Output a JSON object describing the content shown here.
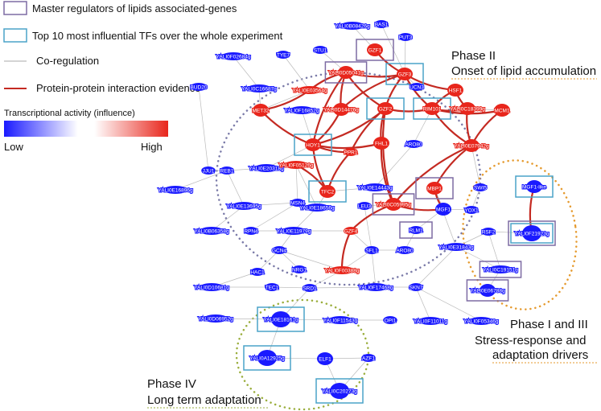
{
  "legend": {
    "master_regulators": "Master regulators of lipids associated-genes",
    "top_tfs": "Top 10 most influential TFs over the whole experiment",
    "coregulation": "Co-regulation",
    "ppi": "Protein-protein interaction evidence",
    "colorbar_title": "Transcriptional activity (influence)",
    "low": "Low",
    "high": "High"
  },
  "colors": {
    "low": "#1a1aff",
    "high": "#e8261c",
    "master": "#7d6ba3",
    "top": "#4aa3c8",
    "coreg": "#bbbbbb",
    "ppi": "#c42a22"
  },
  "phases": {
    "p2_line1": "Phase II",
    "p2_line2": "Onset of lipid accumulation",
    "p13_line1": "Phase I and III",
    "p13_line2": "Stress-response and",
    "p13_line3": "adaptation drivers",
    "p4_line1": "Phase IV",
    "p4_line2": "Long term adaptation"
  },
  "nodes": [
    {
      "id": "n_bas1",
      "label": "BAS1",
      "act": "low",
      "size": "s"
    },
    {
      "id": "n_b08426",
      "label": "YALI0B08426g",
      "act": "low",
      "size": "s"
    },
    {
      "id": "n_put3",
      "label": "PUT3",
      "act": "low",
      "size": "s"
    },
    {
      "id": "n_gzf1",
      "label": "GZF1",
      "act": "high",
      "size": "m",
      "box": "master"
    },
    {
      "id": "n_stu1",
      "label": "STU1",
      "act": "low",
      "size": "s"
    },
    {
      "id": "n_tye7",
      "label": "TYE7",
      "act": "low",
      "size": "s"
    },
    {
      "id": "n_f02684",
      "label": "YALI0F02684g",
      "act": "low",
      "size": "s"
    },
    {
      "id": "n_d05041",
      "label": "YALI0D05041g",
      "act": "high",
      "size": "m",
      "box": "master"
    },
    {
      "id": "n_gzf3",
      "label": "GZF3",
      "act": "high",
      "size": "m",
      "box": "top"
    },
    {
      "id": "n_ucn3",
      "label": "UCN3",
      "act": "low",
      "size": "s"
    },
    {
      "id": "n_hsf1",
      "label": "HSF1",
      "act": "high",
      "size": "m"
    },
    {
      "id": "n_bud20",
      "label": "BUD20",
      "act": "low",
      "size": "s"
    },
    {
      "id": "n_c16687",
      "label": "YALI0C16687g",
      "act": "low",
      "size": "s"
    },
    {
      "id": "n_e03564",
      "label": "YALI0E03564g",
      "act": "high",
      "size": "s"
    },
    {
      "id": "n_met32",
      "label": "MET32",
      "act": "high",
      "size": "m"
    },
    {
      "id": "n_f16852",
      "label": "YALI0F16852g",
      "act": "low",
      "size": "s"
    },
    {
      "id": "n_d14476",
      "label": "YALI0D14476g",
      "act": "high",
      "size": "m"
    },
    {
      "id": "n_gzf2",
      "label": "GZF2",
      "act": "high",
      "size": "m",
      "box": "top"
    },
    {
      "id": "n_rim101",
      "label": "RIM101",
      "act": "high",
      "size": "m",
      "box": "top"
    },
    {
      "id": "n_c18399",
      "label": "YALI0C18399g",
      "act": "high",
      "size": "m"
    },
    {
      "id": "n_mcm1",
      "label": "MCM1",
      "act": "high",
      "size": "m"
    },
    {
      "id": "n_hoy1",
      "label": "HOY1",
      "act": "high",
      "size": "m",
      "box": "top"
    },
    {
      "id": "n_fhl1",
      "label": "FHL1",
      "act": "high",
      "size": "m"
    },
    {
      "id": "n_ppr1",
      "label": "PPR1",
      "act": "high",
      "size": "s"
    },
    {
      "id": "n_e07942",
      "label": "YALI0E07942g",
      "act": "high",
      "size": "m"
    },
    {
      "id": "n_aro80b",
      "label": "ARO80",
      "act": "low",
      "size": "s"
    },
    {
      "id": "n_jju1",
      "label": "JJU1",
      "act": "low",
      "size": "s"
    },
    {
      "id": "n_reb1",
      "label": "REB1",
      "act": "low",
      "size": "s"
    },
    {
      "id": "n_e20318",
      "label": "YALI0E20318g",
      "act": "low",
      "size": "s"
    },
    {
      "id": "n_f05126",
      "label": "YALI0F05126g",
      "act": "high",
      "size": "s"
    },
    {
      "id": "n_tfc2",
      "label": "TFC2",
      "act": "high",
      "size": "m",
      "box": "top"
    },
    {
      "id": "n_e14443",
      "label": "YALI0E14443g",
      "act": "low",
      "size": "s"
    },
    {
      "id": "n_mbp1",
      "label": "MBP1",
      "act": "high",
      "size": "m",
      "box": "master"
    },
    {
      "id": "n_swi5",
      "label": "SWI5",
      "act": "low",
      "size": "s"
    },
    {
      "id": "n_e16896",
      "label": "YALI0E16896g",
      "act": "low",
      "size": "s"
    },
    {
      "id": "n_msn4",
      "label": "MSN4",
      "act": "low",
      "size": "s"
    },
    {
      "id": "n_c05995",
      "label": "YALI0C05995g",
      "act": "high",
      "size": "m",
      "box": "master"
    },
    {
      "id": "n_leu3",
      "label": "LEU3",
      "act": "low",
      "size": "s"
    },
    {
      "id": "n_mgf1",
      "label": "MGF1",
      "act": "low",
      "size": "m"
    },
    {
      "id": "n_yox1",
      "label": "YOX1",
      "act": "low",
      "size": "s"
    },
    {
      "id": "n_mgf1like",
      "label": "MGF1-like",
      "act": "low",
      "size": "m",
      "box": "top"
    },
    {
      "id": "n_e13695",
      "label": "YALI0E13695g",
      "act": "low",
      "size": "s"
    },
    {
      "id": "n_e18656",
      "label": "YALI0E18656g",
      "act": "low",
      "size": "s"
    },
    {
      "id": "n_b06358",
      "label": "YALI0B06358g",
      "act": "low",
      "size": "s"
    },
    {
      "id": "n_rpn4",
      "label": "RPN4",
      "act": "low",
      "size": "s"
    },
    {
      "id": "n_e11979",
      "label": "YALI0E11979g",
      "act": "low",
      "size": "s"
    },
    {
      "id": "n_gzf4",
      "label": "GZF4",
      "act": "high",
      "size": "s"
    },
    {
      "id": "n_rlm1",
      "label": "RLM1",
      "act": "low",
      "size": "s",
      "box": "master"
    },
    {
      "id": "n_f21923",
      "label": "YALI0F21923g",
      "act": "low",
      "size": "l",
      "box": "both"
    },
    {
      "id": "n_rsf2",
      "label": "RSF2",
      "act": "low",
      "size": "s"
    },
    {
      "id": "n_gcn4",
      "label": "GCN4",
      "act": "low",
      "size": "s"
    },
    {
      "id": "n_sfl1",
      "label": "SFL1",
      "act": "low",
      "size": "s"
    },
    {
      "id": "n_aro80",
      "label": "ARO80",
      "act": "low",
      "size": "s"
    },
    {
      "id": "n_e31843",
      "label": "YALI0E31843g",
      "act": "low",
      "size": "s"
    },
    {
      "id": "n_hac1",
      "label": "HAC1",
      "act": "low",
      "size": "s"
    },
    {
      "id": "n_nrg1",
      "label": "NRG1",
      "act": "low",
      "size": "s"
    },
    {
      "id": "n_f00388",
      "label": "YALI0F00388g",
      "act": "high",
      "size": "s"
    },
    {
      "id": "n_c19151",
      "label": "YALI0C19151g",
      "act": "low",
      "size": "s",
      "box": "master"
    },
    {
      "id": "n_d10681",
      "label": "YALI0D10681g",
      "act": "low",
      "size": "s"
    },
    {
      "id": "n_tec1",
      "label": "TEC1",
      "act": "low",
      "size": "s"
    },
    {
      "id": "n_srd1",
      "label": "SRD1",
      "act": "low",
      "size": "s"
    },
    {
      "id": "n_f17468",
      "label": "YALI0F17468g",
      "act": "low",
      "size": "s"
    },
    {
      "id": "n_skn7",
      "label": "SKN7",
      "act": "low",
      "size": "s"
    },
    {
      "id": "n_e06788",
      "label": "YALI0E06788g",
      "act": "low",
      "size": "m",
      "box": "master"
    },
    {
      "id": "n_d06952",
      "label": "YALI0D06952g",
      "act": "low",
      "size": "s"
    },
    {
      "id": "n_e18161",
      "label": "YALI0E18161g",
      "act": "low",
      "size": "l",
      "box": "top"
    },
    {
      "id": "n_f11543",
      "label": "YALI0F11543g",
      "act": "low",
      "size": "s"
    },
    {
      "id": "n_opi1",
      "label": "OPI1",
      "act": "low",
      "size": "s"
    },
    {
      "id": "n_f11011",
      "label": "YALI0F11011g",
      "act": "low",
      "size": "s"
    },
    {
      "id": "n_f05346",
      "label": "YALI0F05346g",
      "act": "low",
      "size": "s"
    },
    {
      "id": "n_a12925",
      "label": "YALI0A12925g",
      "act": "low",
      "size": "l",
      "box": "top"
    },
    {
      "id": "n_elf1",
      "label": "ELF1",
      "act": "low",
      "size": "m"
    },
    {
      "id": "n_azf1",
      "label": "AZF1",
      "act": "low",
      "size": "s"
    },
    {
      "id": "n_c20273",
      "label": "YALI0C20273g",
      "act": "low",
      "size": "l",
      "box": "top"
    }
  ],
  "edges_coreg": [
    [
      "n_b08426",
      "n_gzf1"
    ],
    [
      "n_bas1",
      "n_gzf3"
    ],
    [
      "n_put3",
      "n_gzf3"
    ],
    [
      "n_stu1",
      "n_d05041"
    ],
    [
      "n_tye7",
      "n_e03564"
    ],
    [
      "n_f02684",
      "n_c16687"
    ],
    [
      "n_bud20",
      "n_jju1"
    ],
    [
      "n_c16687",
      "n_met32"
    ],
    [
      "n_e03564",
      "n_met32"
    ],
    [
      "n_f16852",
      "n_hoy1"
    ],
    [
      "n_jju1",
      "n_reb1"
    ],
    [
      "n_reb1",
      "n_e20318"
    ],
    [
      "n_reb1",
      "n_e16896"
    ],
    [
      "n_reb1",
      "n_e13695"
    ],
    [
      "n_e20318",
      "n_hoy1"
    ],
    [
      "n_e20318",
      "n_f05126"
    ],
    [
      "n_f05126",
      "n_msn4"
    ],
    [
      "n_msn4",
      "n_rpn4"
    ],
    [
      "n_rpn4",
      "n_e11979"
    ],
    [
      "n_e11979",
      "n_gcn4"
    ],
    [
      "n_gcn4",
      "n_f00388"
    ],
    [
      "n_e18656",
      "n_f05126"
    ],
    [
      "n_tfc2",
      "n_e18656"
    ],
    [
      "n_gcn4",
      "n_hac1"
    ],
    [
      "n_nrg1",
      "n_gcn4"
    ],
    [
      "n_hac1",
      "n_d10681"
    ],
    [
      "n_d10681",
      "n_tec1"
    ],
    [
      "n_tec1",
      "n_srd1"
    ],
    [
      "n_srd1",
      "n_f00388"
    ],
    [
      "n_srd1",
      "n_e18161"
    ],
    [
      "n_srd1",
      "n_f17468"
    ],
    [
      "n_f17468",
      "n_sfl1"
    ],
    [
      "n_sfl1",
      "n_gzf4"
    ],
    [
      "n_sfl1",
      "n_f00388"
    ],
    [
      "n_leu3",
      "n_sfl1"
    ],
    [
      "n_aro80",
      "n_rlm1"
    ],
    [
      "n_skn7",
      "n_f17468"
    ],
    [
      "n_skn7",
      "n_f11011"
    ],
    [
      "n_skn7",
      "n_e31843"
    ],
    [
      "n_e31843",
      "n_rsf2"
    ],
    [
      "n_e31843",
      "n_c19151"
    ],
    [
      "n_rsf2",
      "n_f21923"
    ],
    [
      "n_yox1",
      "n_swi5"
    ],
    [
      "n_swi5",
      "n_e07942"
    ],
    [
      "n_yox1",
      "n_mgf1"
    ],
    [
      "n_mgf1",
      "n_mbp1"
    ],
    [
      "n_aro80b",
      "n_rim101"
    ],
    [
      "n_e14443",
      "n_aro80b"
    ],
    [
      "n_ucn3",
      "n_gzf3"
    ],
    [
      "n_c18399",
      "n_mcm1"
    ],
    [
      "n_rsf2",
      "n_c19151"
    ],
    [
      "n_e06788",
      "n_c19151"
    ],
    [
      "n_d06952",
      "n_e18161"
    ],
    [
      "n_f11543",
      "n_e18161"
    ],
    [
      "n_opi1",
      "n_f11543"
    ],
    [
      "n_e18161",
      "n_a12925"
    ],
    [
      "n_a12925",
      "n_elf1"
    ],
    [
      "n_elf1",
      "n_azf1"
    ],
    [
      "n_azf1",
      "n_c20273"
    ],
    [
      "n_elf1",
      "n_c20273"
    ],
    [
      "n_f05346",
      "n_skn7"
    ],
    [
      "n_msn4",
      "n_e13695"
    ],
    [
      "n_e13695",
      "n_b06358"
    ],
    [
      "n_gzf4",
      "n_e11979"
    ],
    [
      "n_mgf1",
      "n_rlm1"
    ],
    [
      "n_leu3",
      "n_c05995"
    ],
    [
      "n_e11979",
      "n_e18656"
    ],
    [
      "n_mbp1",
      "n_e31843"
    ],
    [
      "n_e14443",
      "n_tfc2"
    ],
    [
      "n_sfl1",
      "n_aro80"
    ]
  ],
  "edges_ppi": [
    [
      "n_gzf1",
      "n_gzf3"
    ],
    [
      "n_d05041",
      "n_gzf3"
    ],
    [
      "n_d05041",
      "n_e03564"
    ],
    [
      "n_d05041",
      "n_hoy1"
    ],
    [
      "n_d05041",
      "n_d14476"
    ],
    [
      "n_d05041",
      "n_gzf2"
    ],
    [
      "n_gzf3",
      "n_gzf2"
    ],
    [
      "n_gzf3",
      "n_rim101"
    ],
    [
      "n_gzf3",
      "n_hsf1"
    ],
    [
      "n_gzf3",
      "n_d14476"
    ],
    [
      "n_hsf1",
      "n_c18399"
    ],
    [
      "n_hsf1",
      "n_rim101"
    ],
    [
      "n_met32",
      "n_hoy1"
    ],
    [
      "n_met32",
      "n_e03564"
    ],
    [
      "n_hoy1",
      "n_d14476"
    ],
    [
      "n_hoy1",
      "n_gzf2"
    ],
    [
      "n_hoy1",
      "n_tfc2"
    ],
    [
      "n_hoy1",
      "n_fhl1"
    ],
    [
      "n_hoy1",
      "n_ppr1"
    ],
    [
      "n_gzf2",
      "n_fhl1"
    ],
    [
      "n_gzf2",
      "n_rim101"
    ],
    [
      "n_gzf2",
      "n_c05995"
    ],
    [
      "n_gzf2",
      "n_ppr1"
    ],
    [
      "n_rim101",
      "n_e07942"
    ],
    [
      "n_rim101",
      "n_c18399"
    ],
    [
      "n_rim101",
      "n_mcm1"
    ],
    [
      "n_c18399",
      "n_e07942"
    ],
    [
      "n_mcm1",
      "n_e07942"
    ],
    [
      "n_e07942",
      "n_mbp1"
    ],
    [
      "n_e07942",
      "n_c05995"
    ],
    [
      "n_mbp1",
      "n_mgf1"
    ],
    [
      "n_tfc2",
      "n_f05126"
    ],
    [
      "n_c05995",
      "n_gzf4"
    ],
    [
      "n_gzf4",
      "n_f00388"
    ],
    [
      "n_ppr1",
      "n_tfc2"
    ],
    [
      "n_mgf1like",
      "n_f21923"
    ],
    [
      "n_fhl1",
      "n_c05995"
    ],
    [
      "n_c05995",
      "n_mgf1"
    ]
  ]
}
